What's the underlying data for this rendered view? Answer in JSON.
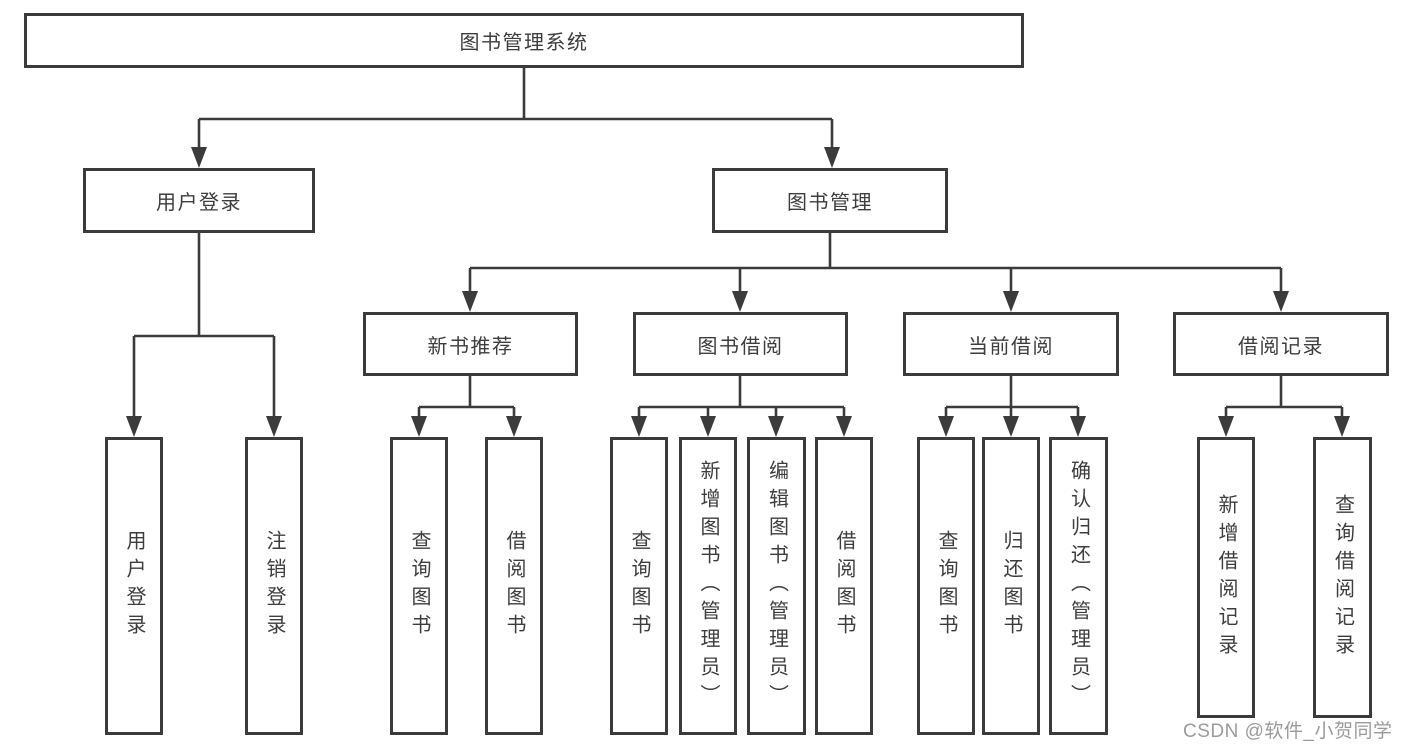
{
  "diagram": {
    "title_node": {
      "label": "图书管理系统"
    },
    "level2": [
      {
        "label": "用户登录"
      },
      {
        "label": "图书管理"
      }
    ],
    "level3": [
      {
        "label": "新书推荐"
      },
      {
        "label": "图书借阅"
      },
      {
        "label": "当前借阅"
      },
      {
        "label": "借阅记录"
      }
    ],
    "leaves": {
      "user_login": [
        {
          "label": "用户登录"
        },
        {
          "label": "注销登录"
        }
      ],
      "new_book": [
        {
          "label": "查询图书"
        },
        {
          "label": "借阅图书"
        }
      ],
      "book_borrow": [
        {
          "label": "查询图书"
        },
        {
          "label": "新增图书（管理员）"
        },
        {
          "label": "编辑图书（管理员）"
        },
        {
          "label": "借阅图书"
        }
      ],
      "current_borrow": [
        {
          "label": "查询图书"
        },
        {
          "label": "归还图书"
        },
        {
          "label": "确认归还（管理员）"
        }
      ],
      "records": [
        {
          "label": "新增借阅记录"
        },
        {
          "label": "查询借阅记录"
        }
      ]
    },
    "watermark": "CSDN @软件_小贺同学",
    "colors": {
      "line": "#3b3b3b",
      "text": "#3d3d3d",
      "box_bg": "#ffffff",
      "watermark": "#9b9b9b"
    }
  }
}
